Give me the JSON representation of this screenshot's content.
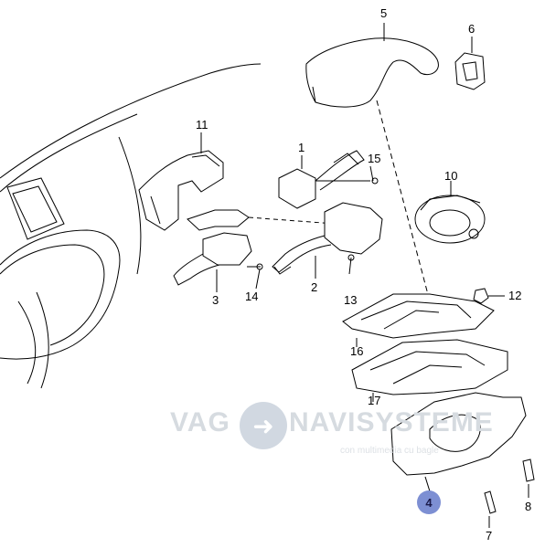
{
  "labels": {
    "n1": "1",
    "n2": "2",
    "n3": "3",
    "n5": "5",
    "n6": "6",
    "n7": "7",
    "n8": "8",
    "n10": "10",
    "n11": "11",
    "n12": "12",
    "n13": "13",
    "n14": "14",
    "n15": "15",
    "n16": "16",
    "n17": "17"
  },
  "highlighted_part": "4",
  "watermark": {
    "left": "VAG",
    "right": "NAVISYSTEME",
    "sub": "con multimedia cu bagle"
  },
  "colors": {
    "highlight": "#7d8fd3",
    "watermark": "#d6dbe0",
    "line": "#000000"
  }
}
